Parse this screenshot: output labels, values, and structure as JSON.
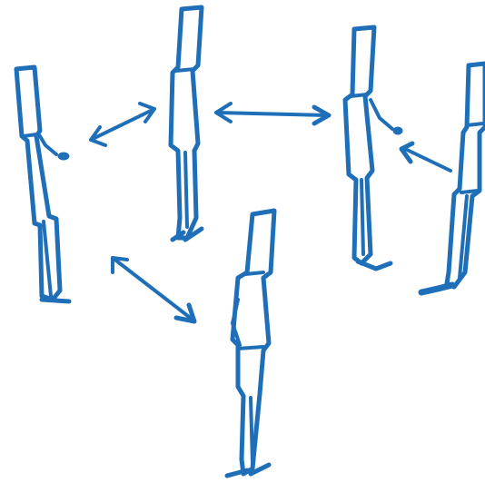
{
  "diagram": {
    "ink_color": "#1f6fb8",
    "background": "#ffffff",
    "figures": [
      {
        "id": "figure-left",
        "facing": "right"
      },
      {
        "id": "figure-top-center",
        "facing": "right"
      },
      {
        "id": "figure-right-center",
        "facing": "right"
      },
      {
        "id": "figure-far-right",
        "facing": "left"
      },
      {
        "id": "figure-bottom-center",
        "facing": "left"
      }
    ],
    "connections": [
      {
        "id": "arrow-left-topcenter",
        "from": "figure-left",
        "to": "figure-top-center",
        "direction": "both"
      },
      {
        "id": "arrow-topcenter-rightcenter",
        "from": "figure-top-center",
        "to": "figure-right-center",
        "direction": "both"
      },
      {
        "id": "arrow-farright-rightcenter",
        "from": "figure-far-right",
        "to": "figure-right-center",
        "direction": "one-way"
      },
      {
        "id": "arrow-left-bottomcenter",
        "from": "figure-left",
        "to": "figure-bottom-center",
        "direction": "both"
      }
    ]
  }
}
